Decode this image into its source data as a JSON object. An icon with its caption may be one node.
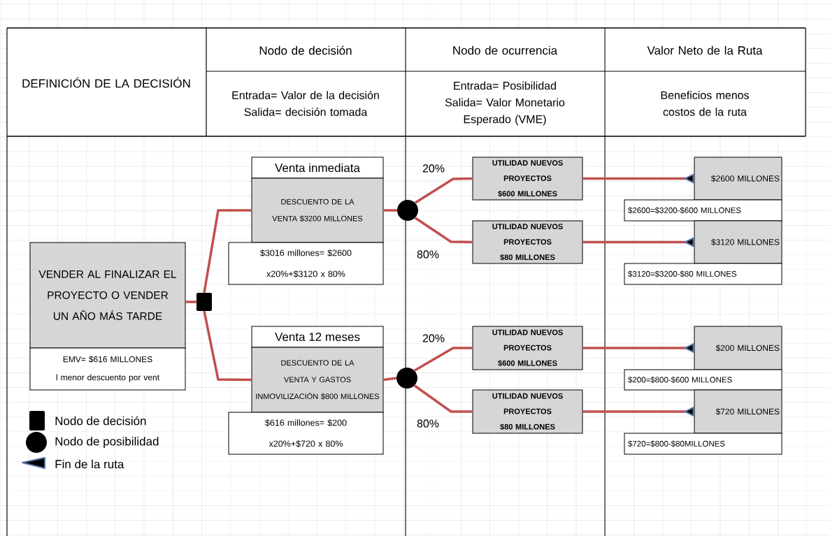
{
  "diagram": {
    "nodes": [
      {
        "text": [
          "VENDER AL FINALIZAR EL PROYECTO O VENDER UN AÑO MÁS TARDE"
        ]
      },
      {
        "text": [
          "EMV= $616 MILLONES",
          "l menor descuento por vent"
        ]
      },
      {
        "text": [],
        "shape": "box"
      },
      {
        "text": [
          "Venta inmediata",
          "DESCUENTO DE LA VENTA $3200 MILLONES"
        ]
      },
      {
        "text": [
          "$3016 millones= $2600 x20%+$3120 x 80%"
        ]
      },
      {
        "text": [],
        "shape": "circle"
      },
      {
        "text": [
          "UTILIDAD NUEVOS PROYECTOS $600 MILLONES"
        ]
      },
      {
        "text": [
          "UTILIDAD NUEVOS PROYECTOS $80 MILLONES"
        ]
      },
      {
        "text": [
          "$2600 MILLONES"
        ]
      },
      {
        "text": [
          "$2600=$3200-$600 MILLONES"
        ]
      },
      {
        "text": [
          "$3120 MILLONES"
        ]
      },
      {
        "text": [
          "$3120=$3200-$80 MILLONES"
        ]
      },
      {
        "text": [
          "Venta 12 meses",
          "DESCUENTO DE LA VENTA Y GASTOS INMOVILIZACIÓN $800 MILLONES"
        ]
      },
      {
        "text": [
          "$616 millones= $200 x20%+$720 x 80%"
        ]
      },
      {
        "text": [],
        "shape": "circle"
      },
      {
        "text": [
          "UTILIDAD NUEVOS PROYECTOS $600 MILLONES"
        ]
      },
      {
        "text": [
          "UTILIDAD NUEVOS PROYECTOS $80 MILLONES"
        ]
      },
      {
        "text": [
          "$200 MILLONES"
        ]
      },
      {
        "text": [
          "$200=$800-$600 MILLONES"
        ]
      },
      {
        "text": [
          "$720 MILLONES"
        ]
      },
      {
        "text": [
          "$720=$800-$80MILLONES"
        ]
      }
    ],
    "edges": [
      {
        "from": 0,
        "to": 2,
        "arrow": "none"
      },
      {
        "from": 2,
        "to": 3,
        "arrow": "none"
      },
      {
        "from": 2,
        "to": 12,
        "arrow": "none"
      },
      {
        "from": 3,
        "to": 5,
        "arrow": "none"
      },
      {
        "from": 5,
        "to": 6,
        "arrow": "none",
        "label": "20%"
      },
      {
        "from": 5,
        "to": 7,
        "arrow": "none",
        "label": "80%"
      },
      {
        "from": 6,
        "to": 8,
        "arrow": "other"
      },
      {
        "from": 7,
        "to": 10,
        "arrow": "other"
      },
      {
        "from": 12,
        "to": 14,
        "arrow": "none"
      },
      {
        "from": 14,
        "to": 15,
        "arrow": "none",
        "label": "20%"
      },
      {
        "from": 14,
        "to": 16,
        "arrow": "none",
        "label": "80%"
      },
      {
        "from": 15,
        "to": 17,
        "arrow": "other"
      },
      {
        "from": 16,
        "to": 19,
        "arrow": "other"
      }
    ],
    "labels": [
      "DEFINICIÓN DE LA DECISIÓN",
      "Nodo de decisión",
      "Nodo de ocurrencia",
      "Valor Neto de la Ruta",
      "Entrada= Valor de la decisión Salida= decisión tomada",
      "Entrada= Posibilidad Salida= Valor Monetario Esperado (VME)",
      "Beneficios menos costos de la ruta"
    ],
    "legend": [
      {
        "text": "Nodo de decisión"
      },
      {
        "text": "Nodo de posibilidad"
      },
      {
        "text": "Fin de la ruta"
      }
    ]
  }
}
